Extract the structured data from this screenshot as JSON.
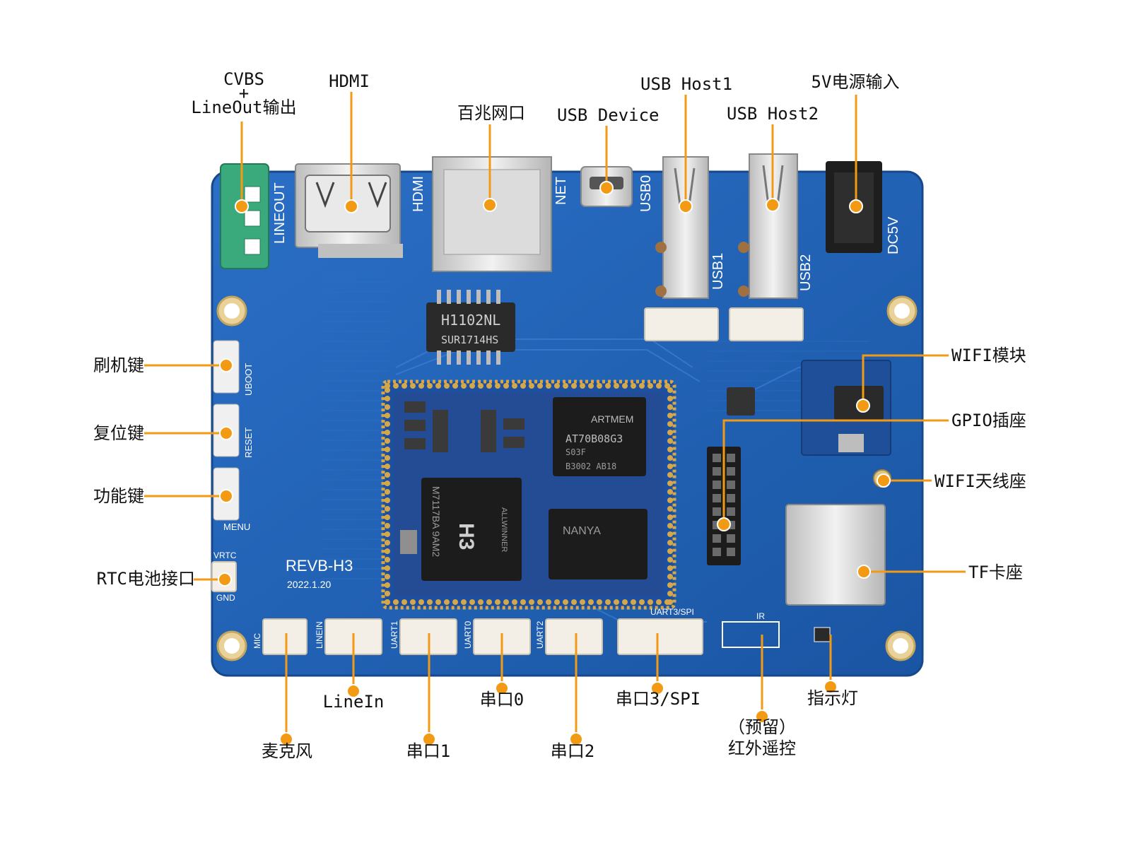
{
  "colors": {
    "pcb": "#1f5fb0",
    "pcb_dark": "#184f96",
    "pcb_edge": "#2a6dc2",
    "leader": "#f39a14",
    "text": "#111111",
    "silk": "#ffffff",
    "chip": "#1c1c1c",
    "metal": "#d9d9d9",
    "connector": "#f3efe6",
    "audio_jack": "#3aaa7c",
    "gold": "#d4a84a"
  },
  "board": {
    "name_silk": "REVB-H3",
    "date_silk": "2022.1.20",
    "chip_h3": "H3",
    "chip_h3_mark": "M7117BA 9AM2",
    "chip_allwinner": "ALLWINNER",
    "chip_mem_brand": "ARTMEM",
    "chip_mem_part": "AT70B08G3",
    "chip_mem_sub": "S03F",
    "chip_mem_lot": "B3002  AB18",
    "chip_nanya": "NANYA",
    "eth_xfmr": "H1102NL",
    "eth_xfmr_sub": "SUR1714HS",
    "silk_labels": {
      "lineout": "LINEOUT",
      "hdmi": "HDMI",
      "net": "NET",
      "usb0": "USB0",
      "usb1": "USB1",
      "usb2": "USB2",
      "dc5v": "DC5V",
      "uboot": "UBOOT",
      "reset": "RESET",
      "menu": "MENU",
      "vrtc": "VRTC",
      "gnd": "GND",
      "mic": "MIC",
      "linein": "LINEIN",
      "uart1": "UART1",
      "uart0": "UART0",
      "uart2": "UART2",
      "uart3": "UART3/SPI",
      "ir": "IR"
    }
  },
  "callouts": {
    "cvbs_line1": "CVBS",
    "cvbs_line2": "+",
    "cvbs_line3": "LineOut输出",
    "hdmi": "HDMI",
    "ethernet": "百兆网口",
    "usb_device": "USB Device",
    "usb_host1": "USB Host1",
    "usb_host2": "USB Host2",
    "power_in": "5V电源输入",
    "flash_key": "刷机键",
    "reset_key": "复位键",
    "func_key": "功能键",
    "rtc_battery": "RTC电池接口",
    "wifi_module": "WIFI模块",
    "gpio_header": "GPIO插座",
    "wifi_antenna": "WIFI天线座",
    "tf_slot": "TF卡座",
    "mic": "麦克风",
    "line_in": "LineIn",
    "uart1": "串口1",
    "uart0": "串口0",
    "uart2": "串口2",
    "uart3_spi": "串口3/SPI",
    "ir_line1": "（预留）",
    "ir_line2": "红外遥控",
    "indicator": "指示灯"
  }
}
